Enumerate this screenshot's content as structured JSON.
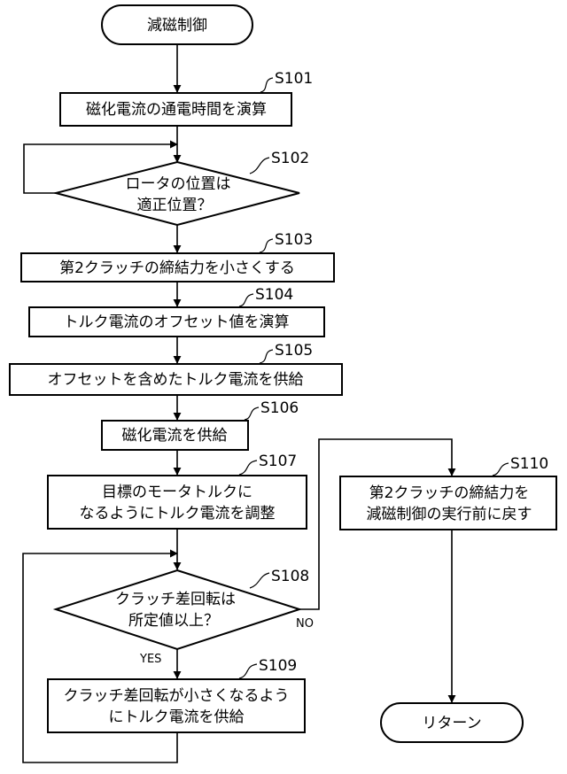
{
  "nodes": {
    "start": "減磁制御",
    "s101": "磁化電流の通電時間を演算",
    "s102_l1": "ロータの位置は",
    "s102_l2": "適正位置？",
    "s103": "第2クラッチの締結力を小さくする",
    "s104": "トルク電流のオフセット値を演算",
    "s105": "オフセットを含めたトルク電流を供給",
    "s106": "磁化電流を供給",
    "s107_l1": "目標のモータトルクに",
    "s107_l2": "なるようにトルク電流を調整",
    "s108_l1": "クラッチ差回転は",
    "s108_l2": "所定値以上？",
    "s109_l1": "クラッチ差回転が小さくなるよう",
    "s109_l2": "にトルク電流を供給",
    "s110_l1": "第2クラッチの締結力を",
    "s110_l2": "減磁制御の実行前に戻す",
    "end": "リターン"
  },
  "steps": {
    "s101": "S101",
    "s102": "S102",
    "s103": "S103",
    "s104": "S104",
    "s105": "S105",
    "s106": "S106",
    "s107": "S107",
    "s108": "S108",
    "s109": "S109",
    "s110": "S110"
  },
  "branches": {
    "yes": "YES",
    "no": "NO"
  }
}
